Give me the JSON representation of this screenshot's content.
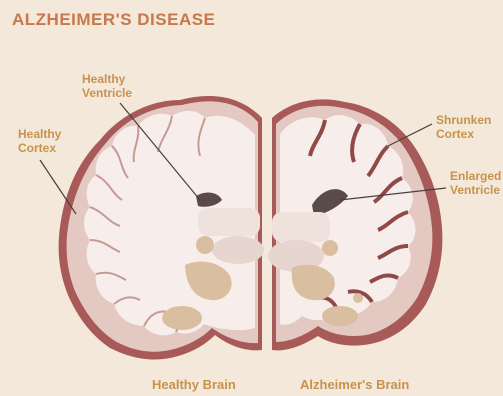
{
  "title": "ALZHEIMER'S DISEASE",
  "labels": {
    "healthy_ventricle": [
      "Healthy",
      "Ventricle"
    ],
    "healthy_cortex": [
      "Healthy",
      "Cortex"
    ],
    "shrunken_cortex": [
      "Shrunken",
      "Cortex"
    ],
    "enlarged_ventricle": [
      "Enlarged",
      "Ventricle"
    ]
  },
  "captions": {
    "healthy_brain": "Healthy Brain",
    "alzheimers_brain": "Alzheimer's Brain"
  },
  "colors": {
    "background": "#f3e8da",
    "title": "#c8784a",
    "label": "#c9924a",
    "cortex_outer": "#9a4f4f",
    "white_matter": "#f6ece9",
    "grey_matter": "#e8cfca",
    "ventricle": "#5a4a48",
    "deep_structures": "#d9bfa0"
  }
}
